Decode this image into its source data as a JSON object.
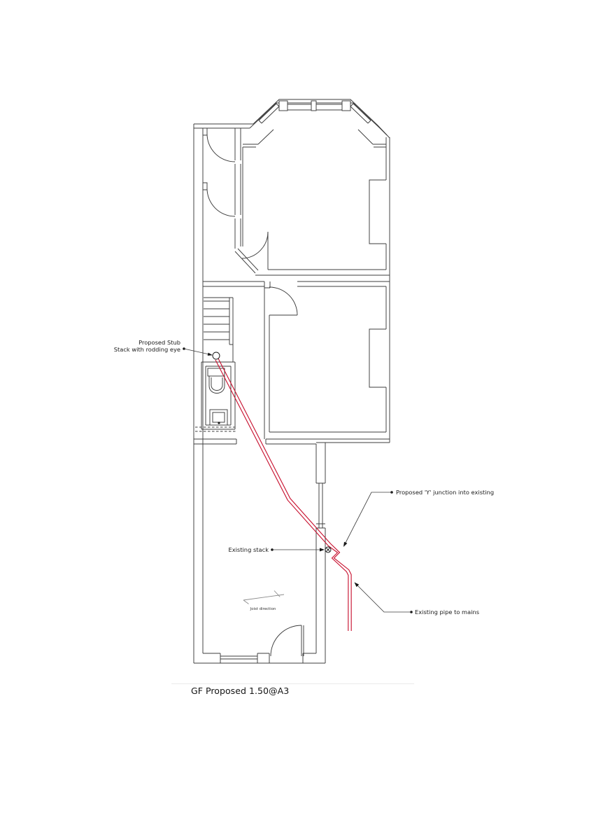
{
  "meta": {
    "title": "GF Proposed 1.50@A3",
    "drawing_type": "ground floor proposed drainage plan"
  },
  "labels": {
    "stub_stack_line1": "Proposed Stub",
    "stub_stack_line2": "Stack with rodding eye",
    "existing_stack": "Existing stack",
    "y_junction": "Proposed 'Y' junction into existing",
    "pipe_to_mains": "Existing pipe to mains",
    "joist_direction": "Joist direction"
  },
  "symbols": {
    "stub_stack": "circle",
    "existing_stack": "circle-with-x",
    "joist_direction": "half-arrow-line"
  },
  "colors": {
    "pipe_red": "#c81432",
    "wall": "#3d3d3d",
    "leader": "#3d3d3d",
    "annotation": "#1a1a1a",
    "separator": "#ebebeb"
  }
}
